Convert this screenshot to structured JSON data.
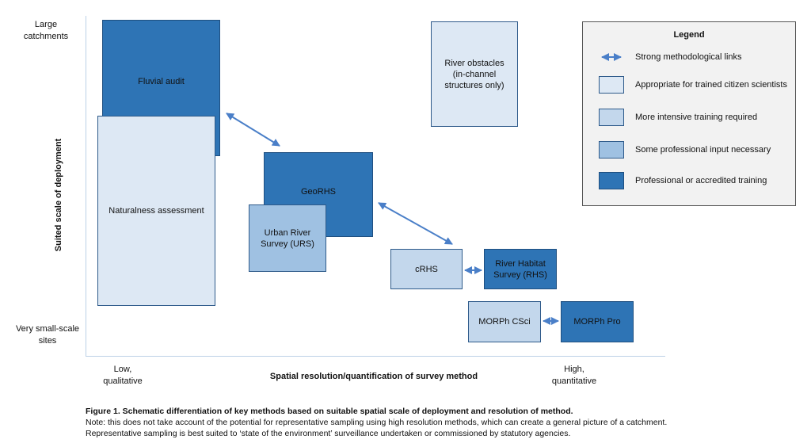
{
  "y_axis": {
    "label": "Suited scale of deployment",
    "top_label_line1": "Large",
    "top_label_line2": "catchments",
    "bottom_label_line1": "Very small-scale",
    "bottom_label_line2": "sites"
  },
  "x_axis": {
    "label": "Spatial resolution/quantification of survey method",
    "left_label_line1": "Low,",
    "left_label_line2": "qualitative",
    "right_label_line1": "High,",
    "right_label_line2": "quantitative"
  },
  "methods": {
    "fluvial_audit": "Fluvial audit",
    "naturalness": "Naturalness assessment",
    "river_obstacles_1": "River obstacles",
    "river_obstacles_2": "(in-channel",
    "river_obstacles_3": "structures only)",
    "georhs": "GeoRHS",
    "urs_1": "Urban River",
    "urs_2": "Survey (URS)",
    "crhs": "cRHS",
    "rhs_1": "River Habitat",
    "rhs_2": "Survey (RHS)",
    "morph_csci": "MORPh CSci",
    "morph_pro": "MORPh Pro"
  },
  "legend": {
    "title": "Legend",
    "items": [
      {
        "label": "Strong methodological links",
        "kind": "arrow"
      },
      {
        "label": "Appropriate for trained citizen scientists",
        "color": "#dde8f4"
      },
      {
        "label": "More intensive training required",
        "color": "#c3d7ec"
      },
      {
        "label": "Some professional input necessary",
        "color": "#9fc1e2"
      },
      {
        "label": "Professional or accredited training",
        "color": "#2e74b5"
      }
    ]
  },
  "caption": {
    "title": "Figure 1. Schematic differentiation of key methods based on suitable spatial scale of deployment and resolution of method.",
    "note": "Note: this does not take account of the potential for representative sampling using high resolution methods, which can create a general picture of a catchment. Representative sampling is best suited to ‘state of the environment’ surveillance undertaken or commissioned by statutory agencies."
  },
  "colors": {
    "arrow": "#4a7fc8",
    "citizen": "#dde8f4",
    "intensive": "#c3d7ec",
    "professional_input": "#9fc1e2",
    "accredited": "#2e74b5"
  }
}
